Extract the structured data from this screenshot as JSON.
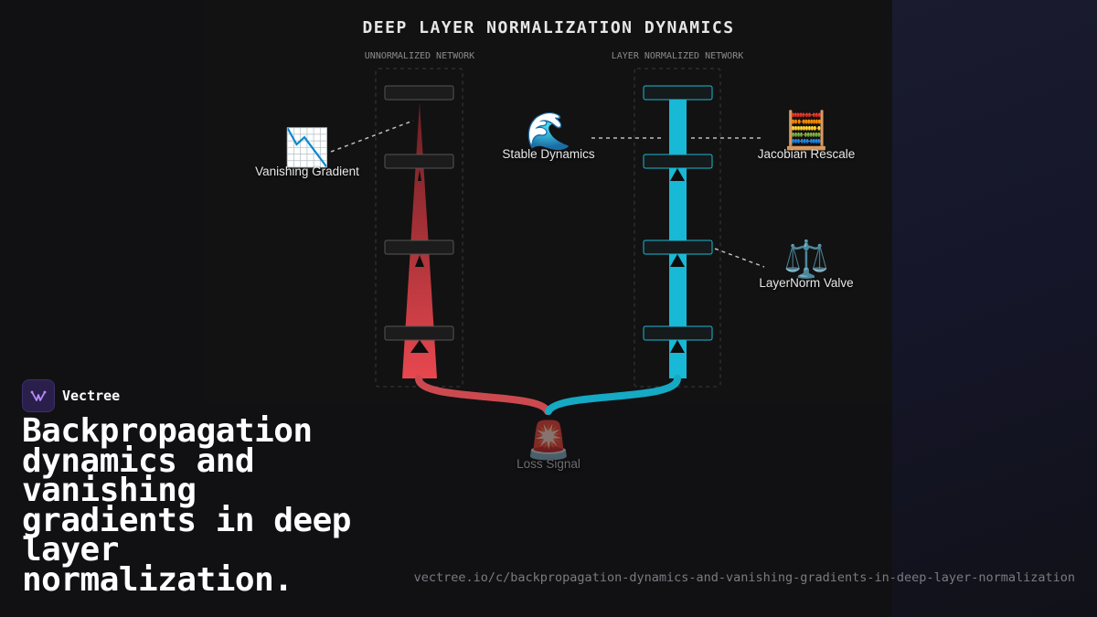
{
  "diagram": {
    "title": "DEEP LAYER NORMALIZATION DYNAMICS",
    "left_column_label": "UNNORMALIZED NETWORK",
    "right_column_label": "LAYER NORMALIZED NETWORK",
    "nodes": {
      "vanishing_gradient": {
        "icon": "chart-decreasing-icon",
        "label": "Vanishing Gradient"
      },
      "stable_dynamics": {
        "icon": "water-wave-icon",
        "label": "Stable Dynamics"
      },
      "jacobian_rescale": {
        "icon": "abacus-icon",
        "label": "Jacobian Rescale"
      },
      "layernorm_valve": {
        "icon": "balance-scale-icon",
        "label": "LayerNorm Valve"
      },
      "loss_signal": {
        "icon": "siren-icon",
        "label": "Loss Signal"
      }
    },
    "colors": {
      "unnormalized": "#e04a52",
      "normalized": "#17b9d6"
    }
  },
  "brand": {
    "name": "Vectree",
    "logo_icon": "vectree-logo-icon"
  },
  "headline": "Backpropagation dynamics and vanishing gradients in deep layer normalization.",
  "url": "vectree.io/c/backpropagation-dynamics-and-vanishing-gradients-in-deep-layer-normalization"
}
